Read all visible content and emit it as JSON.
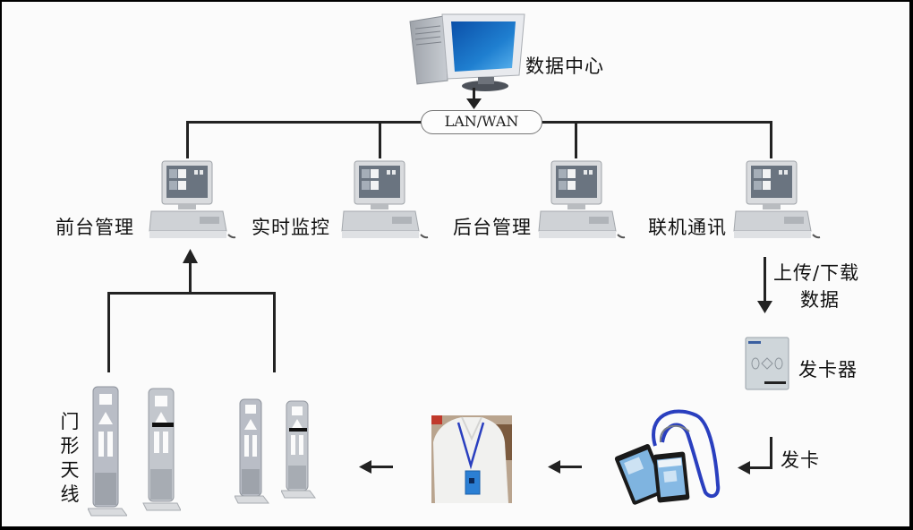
{
  "diagram": {
    "title": "RFID 门禁系统拓扑",
    "data_center": {
      "label": "数据中心",
      "icon": "server-computer-icon"
    },
    "network": {
      "label": "LAN/WAN"
    },
    "workstations": [
      {
        "label": "前台管理",
        "icon": "workstation-icon"
      },
      {
        "label": "实时监控",
        "icon": "workstation-icon"
      },
      {
        "label": "后台管理",
        "icon": "workstation-icon"
      },
      {
        "label": "联机通讯",
        "icon": "workstation-icon"
      }
    ],
    "upload_download": {
      "line1": "上传/下载",
      "line2": "数据"
    },
    "card_issuer": {
      "label": "发卡器",
      "icon": "card-reader-icon"
    },
    "issue_card": {
      "label": "发卡",
      "icon": "id-badge-lanyard-icon"
    },
    "person": {
      "icon": "person-wearing-badge-icon"
    },
    "gate_antenna": {
      "label": "门形天线",
      "chars": [
        "门",
        "形",
        "天",
        "线"
      ],
      "icon": "gate-antenna-icon"
    },
    "colors": {
      "line": "#222222",
      "screen_blue": "#1f7fd0",
      "lanyard_blue": "#2a3fbf",
      "device_gray": "#c9ccd2"
    }
  }
}
